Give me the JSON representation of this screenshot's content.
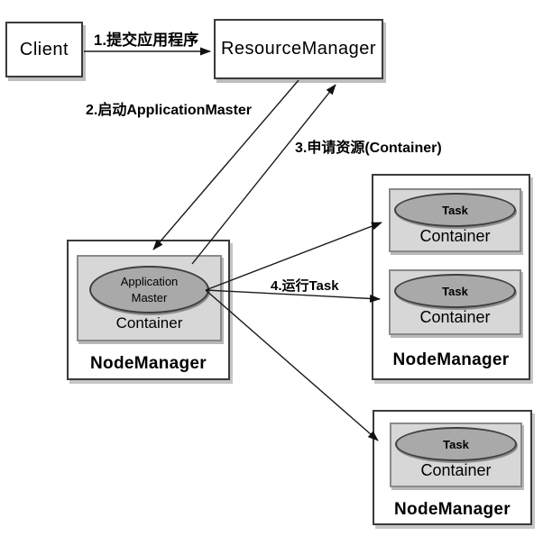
{
  "nodes": {
    "client": {
      "label": "Client"
    },
    "resource_manager": {
      "label": "ResourceManager"
    },
    "app_master": {
      "line1": "Application",
      "line2": "Master"
    },
    "container": {
      "label": "Container"
    },
    "task": {
      "label": "Task"
    },
    "node_manager": {
      "label": "NodeManager"
    }
  },
  "edges": [
    {
      "step": 1,
      "label": "1.提交应用程序",
      "from": "Client",
      "to": "ResourceManager"
    },
    {
      "step": 2,
      "label": "2.启动ApplicationMaster",
      "from": "ResourceManager",
      "to": "Container (ApplicationMaster)"
    },
    {
      "step": 3,
      "label": "3.申请资源(Container)",
      "from": "ApplicationMaster",
      "to": "ResourceManager"
    },
    {
      "step": 4,
      "label": "4.运行Task",
      "from": "ApplicationMaster",
      "to": "Task Containers"
    }
  ],
  "colors": {
    "background": "#ffffff",
    "box_fill": "#ffffff",
    "box_border": "#3a3a3a",
    "box_shadow": "#bdbdbd",
    "container_fill": "#d7d7d7",
    "container_border": "#8a8a8a",
    "ellipse_fill": "#a9a9a9",
    "ellipse_border": "#3f3f3f",
    "arrow": "#1a1a1a",
    "text": "#000000"
  }
}
